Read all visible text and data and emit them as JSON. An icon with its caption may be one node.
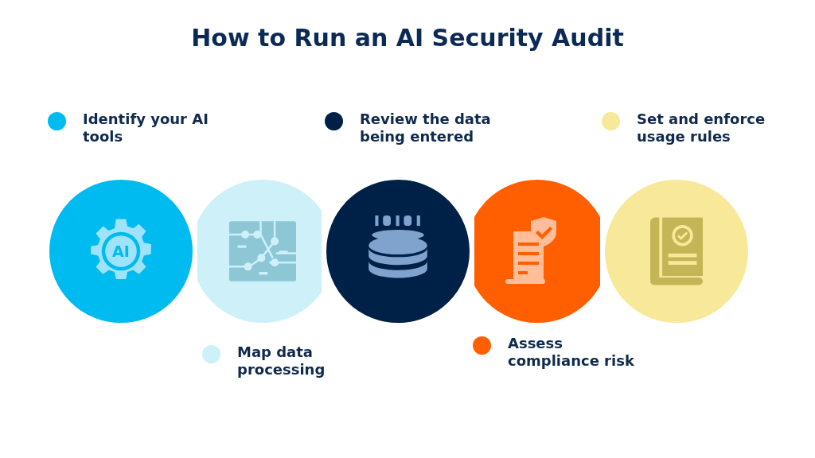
{
  "diagram": {
    "title": "How to Run an AI Security Audit",
    "nodes": [
      {
        "text": [],
        "shape": "circle"
      },
      {
        "text": [],
        "shape": "circle"
      },
      {
        "text": [],
        "shape": "circle"
      },
      {
        "text": [],
        "shape": "circle"
      },
      {
        "text": [],
        "shape": "circle"
      }
    ],
    "labels": [
      "AI"
    ],
    "legend": [
      {
        "text": "Identify your AI tools",
        "color": "#00bbef"
      },
      {
        "text": "Map data processing",
        "color": "#cdf0f9"
      },
      {
        "text": "Review the data being entered",
        "color": "#002147"
      },
      {
        "text": "Assess compliance risk",
        "color": "#ff5f00"
      },
      {
        "text": "Set and enforce usage rules",
        "color": "#f8e99a"
      }
    ]
  }
}
